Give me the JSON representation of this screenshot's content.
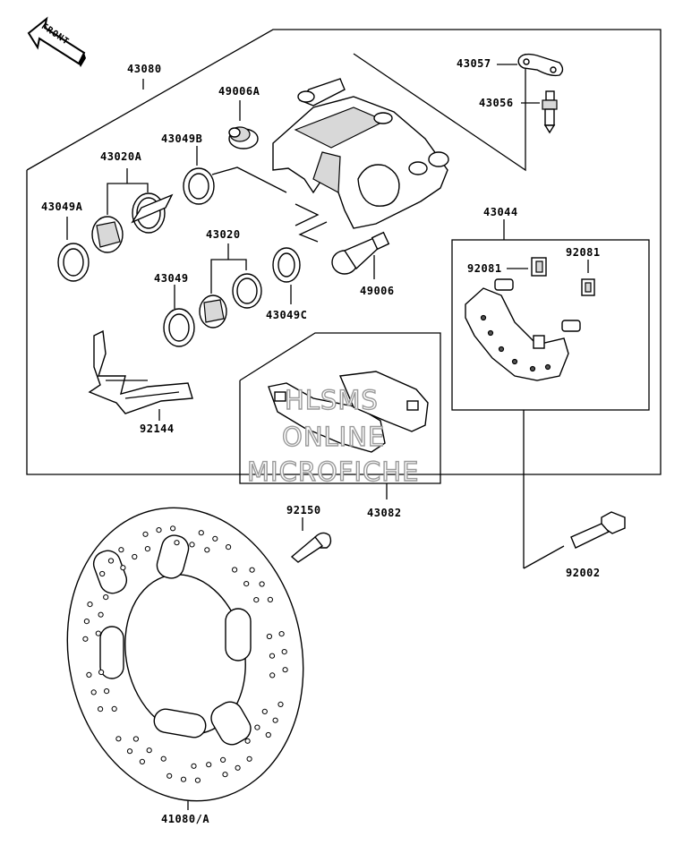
{
  "direction_label": "FRONT",
  "watermark": {
    "line1": "HLSMS",
    "line2": "ONLINE",
    "line3": "MICROFICHE"
  },
  "parts": {
    "p43080": "43080",
    "p43057": "43057",
    "p43056": "43056",
    "p49006A": "49006A",
    "p43049B": "43049B",
    "p43020A": "43020A",
    "p43049A": "43049A",
    "p43020": "43020",
    "p43049": "43049",
    "p43049C": "43049C",
    "p49006": "49006",
    "p43044": "43044",
    "p92081a": "92081",
    "p92081b": "92081",
    "p92144": "92144",
    "p43082": "43082",
    "p92150": "92150",
    "p92002": "92002",
    "p41080A": "41080/A"
  }
}
